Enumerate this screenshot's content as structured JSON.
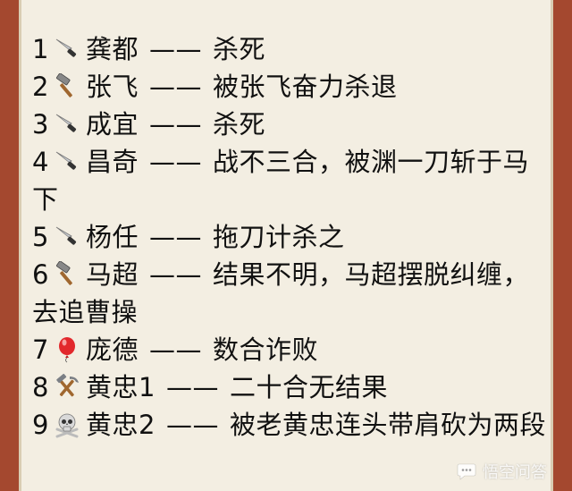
{
  "entries": [
    {
      "num": "1",
      "icon": "knife-icon",
      "name": "龚都",
      "dash": "——",
      "result": "杀死"
    },
    {
      "num": "2",
      "icon": "hammer-icon",
      "name": "张飞",
      "dash": "——",
      "result": "被张飞奋力杀退"
    },
    {
      "num": "3",
      "icon": "knife-icon",
      "name": "成宜",
      "dash": "——",
      "result": "杀死"
    },
    {
      "num": "4",
      "icon": "knife-icon",
      "name": "昌奇",
      "dash": "——",
      "result": "战不三合，被渊一刀斩于马下"
    },
    {
      "num": "5",
      "icon": "knife-icon",
      "name": "杨任",
      "dash": "——",
      "result": "拖刀计杀之"
    },
    {
      "num": "6",
      "icon": "hammer-icon",
      "name": "马超",
      "dash": "——",
      "result": "结果不明，马超摆脱纠缠，去追曹操"
    },
    {
      "num": "7",
      "icon": "balloon-icon",
      "name": "庞德",
      "dash": "——",
      "result": "数合诈败"
    },
    {
      "num": "8",
      "icon": "hammer-pick-icon",
      "name": "黄忠1",
      "dash": "——",
      "result": "二十合无结果"
    },
    {
      "num": "9",
      "icon": "skull-crossbones-icon",
      "name": "黄忠2",
      "dash": "——",
      "result": "被老黄忠连头带肩砍为两段"
    }
  ],
  "watermark": {
    "text": "悟空问答",
    "icon": "chat-bubble-icon"
  },
  "colors": {
    "border": "#a4482f",
    "paper": "#f3eee2",
    "text": "#111111"
  }
}
